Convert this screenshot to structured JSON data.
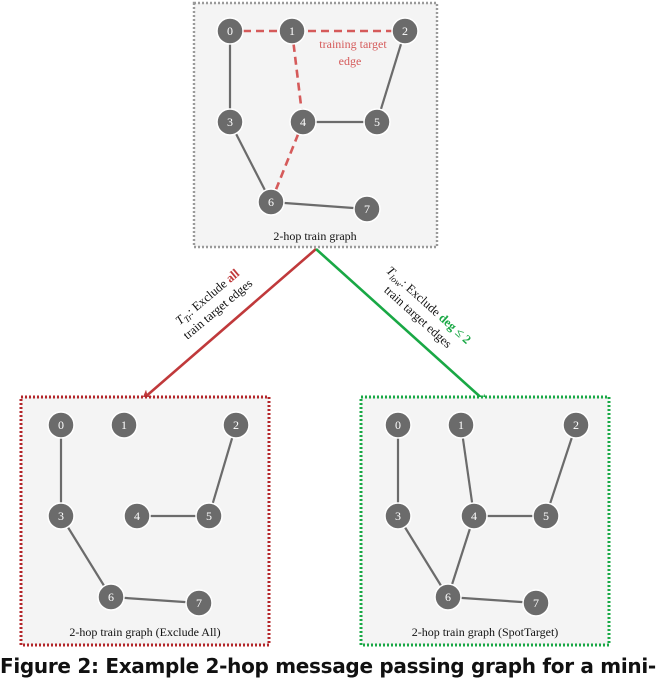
{
  "graphs": {
    "top": {
      "caption": "2-hop train graph",
      "nodes": [
        "0",
        "1",
        "2",
        "3",
        "4",
        "5",
        "6",
        "7"
      ],
      "annotation": [
        "training target",
        "edge"
      ]
    },
    "left": {
      "caption": "2-hop train graph (Exclude All)",
      "nodes": [
        "0",
        "1",
        "2",
        "3",
        "4",
        "5",
        "6",
        "7"
      ]
    },
    "right": {
      "caption": "2-hop train graph (SpotTarget)",
      "nodes": [
        "0",
        "1",
        "2",
        "3",
        "4",
        "5",
        "6",
        "7"
      ]
    }
  },
  "arrows": {
    "left": {
      "t_main": "T",
      "t_sub": "Tr",
      "line1_text": ": Exclude ",
      "line1_highlight": "all",
      "line2": "train target edges",
      "highlight_color": "#c0393b"
    },
    "right": {
      "t_main": "T",
      "t_sub": "low",
      "line1_text": ": Exclude ",
      "line1_highlight": "deg ≤ 2",
      "line2": "train target edges",
      "highlight_color": "#19a845"
    }
  },
  "figure_caption": "Figure 2: Example 2-hop message passing graph for a mini-",
  "colors": {
    "node_fill": "#6b6b6b",
    "node_stroke": "#ffffff",
    "edge": "#6b6b6b",
    "target_edge": "#d55a5a",
    "box_fill": "#f4f4f4",
    "top_border": "#9a9a9a",
    "left_border": "#b3262a",
    "right_border": "#19a845",
    "left_arrow": "#c0393b",
    "right_arrow": "#19a845"
  }
}
